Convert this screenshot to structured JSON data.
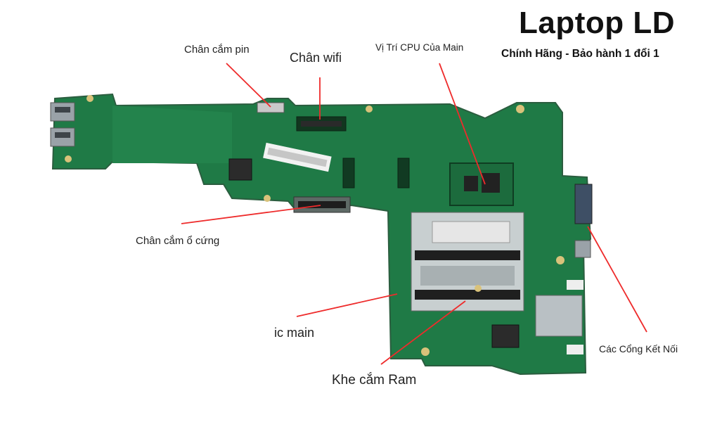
{
  "header": {
    "title": "Laptop LD",
    "subtitle": "Chính Hãng - Bảo hành 1 đổi 1"
  },
  "labels": {
    "battery_connector": "Chân cắm pin",
    "wifi_slot": "Chân wifi",
    "cpu_location": "Vị Trí CPU Của Main",
    "hdd_connector": "Chân cắm ổ cứng",
    "ic_main": "ic main",
    "ram_slot": "Khe cắm Ram",
    "io_ports": "Các Cổng Kết Nối"
  },
  "colors": {
    "board": "#1f7a46",
    "board_dark": "#16603a",
    "annotation_line": "#ee2b2b",
    "title": "#111111"
  }
}
